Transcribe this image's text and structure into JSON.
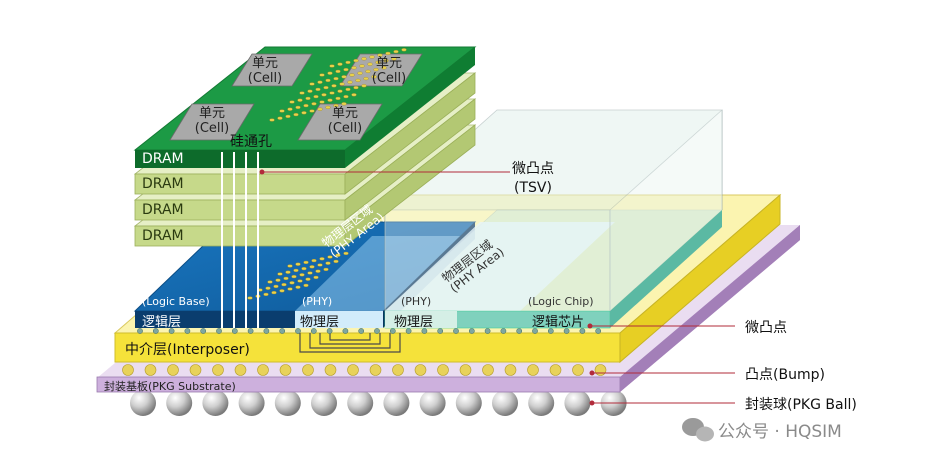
{
  "colors": {
    "dram_top": "#1a9a45",
    "dram_layer": "#c8dc86",
    "logic_base": "#1a6fb5",
    "logic_chip": "#3fb8a0",
    "interposer": "#f5e642",
    "substrate": "#c9a9d8",
    "leader_line": "#b22b3a"
  },
  "dram": {
    "cells": [
      {
        "name": "单元",
        "en": "(Cell)"
      },
      {
        "name": "单元",
        "en": "(Cell)"
      },
      {
        "name": "单元",
        "en": "(Cell)"
      },
      {
        "name": "单元",
        "en": "(Cell)"
      }
    ],
    "tsv_label": "硅通孔",
    "layers": [
      "DRAM",
      "DRAM",
      "DRAM",
      "DRAM"
    ]
  },
  "logic_base": {
    "label_en": "(Logic Base)",
    "label_cn": "逻辑层",
    "phy_en": "(PHY)",
    "phy_cn": "物理层",
    "phy_area_cn": "物理层区域",
    "phy_area_en": "(PHY Area)"
  },
  "logic_chip": {
    "phy_en": "(PHY)",
    "phy_cn": "物理层",
    "label_en": "(Logic Chip)",
    "label_cn": "逻辑芯片",
    "phy_area_cn": "物理层区域",
    "phy_area_en": "(PHY Area)"
  },
  "interposer_label": "中介层(Interposer)",
  "substrate_label": "封装基板(PKG Substrate)",
  "annotations": {
    "tsv_cn": "微凸点",
    "tsv_en": "(TSV)",
    "microbump": "微凸点",
    "bump": "凸点(Bump)",
    "ball": "封装球(PKG Ball)"
  },
  "watermark": "公众号 · HQSIM"
}
